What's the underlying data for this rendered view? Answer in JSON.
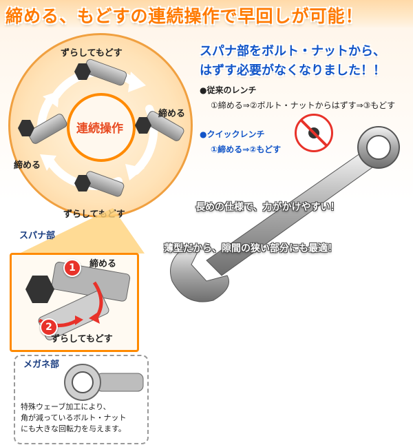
{
  "headline": "締める、もどすの連続操作で早回しが可能！",
  "cycle": {
    "center": "連続操作",
    "top": "ずらしてもどす",
    "right": "締める",
    "left": "締める",
    "bottom": "ずらしてもどす"
  },
  "spanner": {
    "title": "スパナ部",
    "step1_badge": "1",
    "step1_label": "締める",
    "step2_badge": "2",
    "step2_label": "ずらしてもどす"
  },
  "megane": {
    "title": "メガネ部",
    "desc_line1": "特殊ウェーブ加工により、",
    "desc_line2": "角が減っているボルト・ナット",
    "desc_line3": "にも大きな回転力を与えます。"
  },
  "intro": {
    "line1": "スパナ部をボルト・ナットから、",
    "line2": "はずす必要がなくなりました！！"
  },
  "conventional": {
    "label": "●従来のレンチ",
    "steps": "①締める⇒②ボルト・ナットからはずす⇒③もどす"
  },
  "quick": {
    "label": "●クイックレンチ",
    "steps": "①締める⇒②もどす"
  },
  "features": {
    "line1": "長めの仕様で、力がかけやすい！",
    "line2": "薄型だから、隙間の狭い部分にも最適！"
  },
  "colors": {
    "headline": "#ff7a00",
    "accent_blue": "#1255c8",
    "badge_red": "#e8322a",
    "circle_border": "#f0a040"
  }
}
